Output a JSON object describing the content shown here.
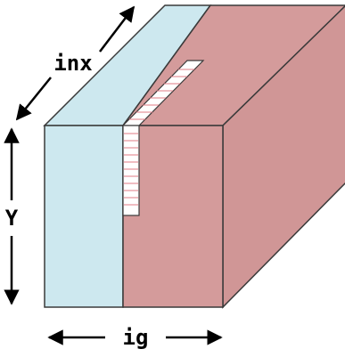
{
  "labels": {
    "depth": "inx",
    "height": "Y",
    "width": "ig"
  },
  "colors": {
    "blue_region": "#cde8ef",
    "red_region": "#d49b9b",
    "red_side": "#d09696",
    "outline": "#3a3a3a",
    "stripe": "#e07b86",
    "arrow": "#000000"
  }
}
